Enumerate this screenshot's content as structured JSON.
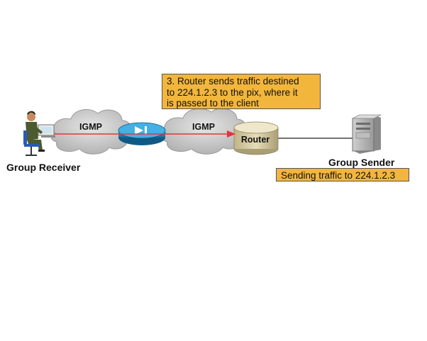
{
  "diagram": {
    "step_note": [
      "3. Router sends traffic destined",
      "to 224.1.2.3 to the pix, where it",
      "is passed to the client"
    ],
    "cloud_left_label": "IGMP",
    "cloud_right_label": "IGMP",
    "router_label": "Router",
    "receiver_label": "Group Receiver",
    "sender_label": "Group Sender",
    "sender_note": "Sending traffic to 224.1.2.3",
    "colors": {
      "note_fill": "#f2b63c",
      "traffic_arrow": "#e8323c",
      "cloud_fill": "#c8c8c8",
      "pix_fill": "#1f8fc8",
      "router_fill": "#d9cfa8"
    }
  }
}
